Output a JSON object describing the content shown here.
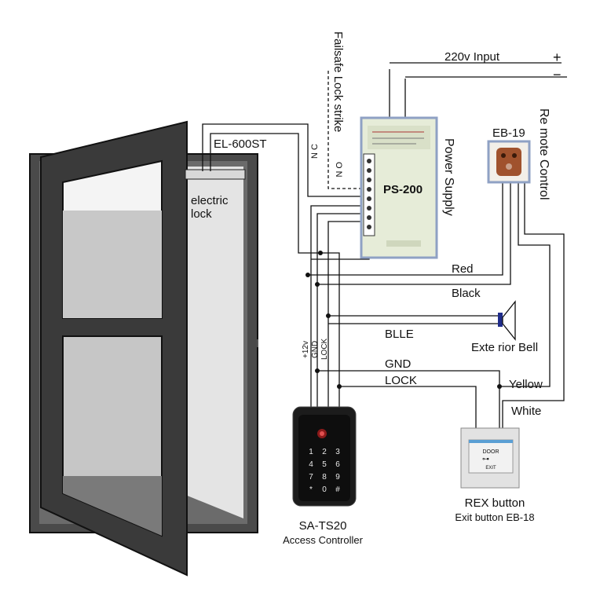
{
  "input_label": "220v Input",
  "plus_sign": "+",
  "minus_sign": "−",
  "failsafe_label": "Failsafe Lock strike",
  "nc_label": "N C",
  "on_label": "O N",
  "lock_model": "EL-600ST",
  "electric_lock_line1": "electric",
  "electric_lock_line2": "lock",
  "power_supply_model": "PS-200",
  "power_supply_label": "Power Supply",
  "remote_model": "EB-19",
  "remote_label": "Re mote Control",
  "wire_red": "Red",
  "wire_black": "Black",
  "wire_blle": "BLLE",
  "wire_gnd": "GND",
  "wire_lock": "LOCK",
  "wire_yellow": "Yellow",
  "wire_white": "White",
  "bell_label": "Exte rior Bell",
  "terminal_12v": "+12v",
  "terminal_gnd": "GND",
  "terminal_lock": "LOCK",
  "controller_model": "SA-TS20",
  "controller_label": "Access Controller",
  "keypad_keys": [
    "1",
    "2",
    "3",
    "4",
    "5",
    "6",
    "7",
    "8",
    "9",
    "*",
    "0",
    "#"
  ],
  "rex_label": "REX button",
  "exit_button_label": "Exit button EB-18",
  "exit_plate_line1": "DOOR",
  "exit_plate_line2": "EXIT"
}
